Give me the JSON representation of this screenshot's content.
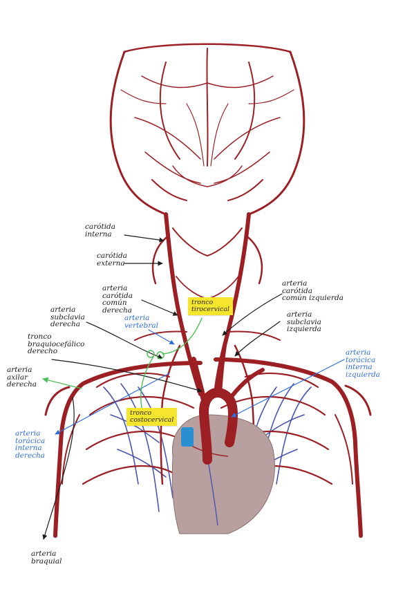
{
  "labels": {
    "carotida_interna": "carótida\ninterna",
    "carotida_externa": "carótida\nexterna",
    "carotida_comun_derecha": "arteria\ncarótida\ncomún\nderecha",
    "subclavia_derecha": "arteria\nsubclavia\nderecha",
    "tronco_braquiocefalico": "tronco\nbraquiocefálico\nderecho",
    "axilar_derecha": "arteria\naxilar\nderecha",
    "braquial": "arteria\nbraquial",
    "carotida_comun_izquierda": "arteria\ncarótida\ncomún izquierda",
    "subclavia_izquierda": "arteria\nsubclavia\nizquierda"
  },
  "blue_labels": {
    "vertebral": "arteria\nvertebral",
    "toracica_interna_izquierda": "arteria\ntorácica\ninterna\nizquierda",
    "toracica_interna_derecha": "arteria\ntorácica\ninterna\nderecha"
  },
  "notes": {
    "tirocervical": "tronco\ntirocervical",
    "costocervical": "tronco\ncostocervical"
  },
  "colors": {
    "artery": "#9c1f24",
    "artery_dark": "#6e1016",
    "vein": "#4a55b0",
    "heart": "#b9a0a0",
    "ink_black": "#1b1b1b",
    "ink_blue": "#2f6fe0",
    "ink_green": "#4bbf54",
    "sticky_note": "#f5e52f"
  }
}
